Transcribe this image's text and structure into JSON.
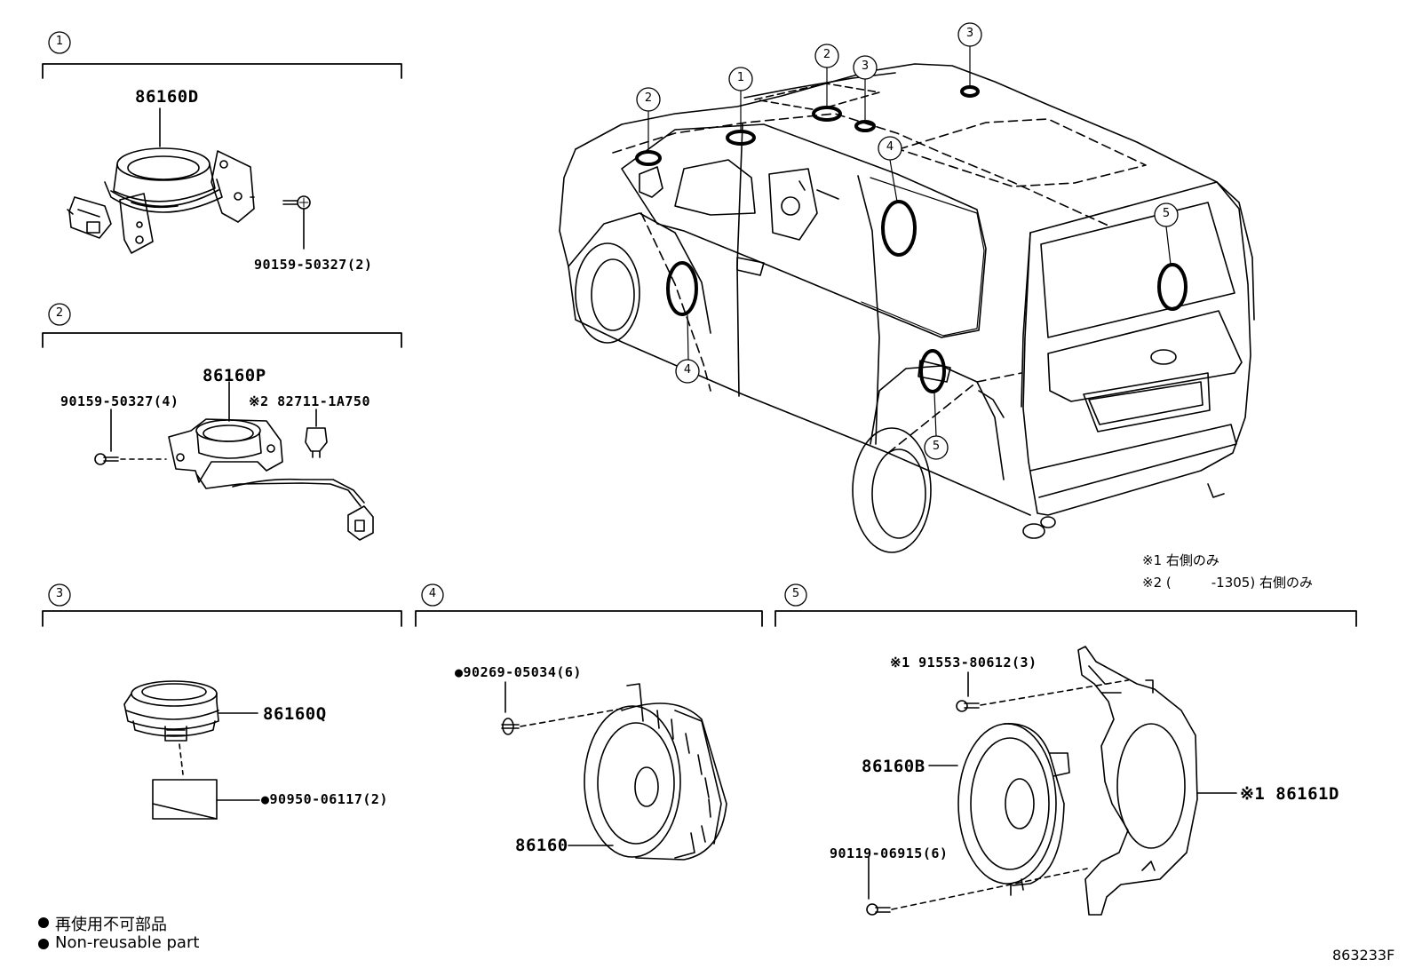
{
  "sections": [
    {
      "marker": "1",
      "parts": [
        {
          "label": "86160D"
        },
        {
          "label": "90159-50327(2)"
        }
      ]
    },
    {
      "marker": "2",
      "parts": [
        {
          "label": "86160P"
        },
        {
          "label": "90159-50327(4)"
        },
        {
          "label": "※2 82711-1A750"
        }
      ]
    },
    {
      "marker": "3",
      "parts": [
        {
          "label": "86160Q"
        },
        {
          "label": "●90950-06117(2)"
        }
      ]
    },
    {
      "marker": "4",
      "parts": [
        {
          "label": "●90269-05034(6)"
        },
        {
          "label": "86160"
        }
      ]
    },
    {
      "marker": "5",
      "parts": [
        {
          "label": "※1 91553-80612(3)"
        },
        {
          "label": "86160B"
        },
        {
          "label": "※1 86161D"
        },
        {
          "label": "90119-06915(6)"
        }
      ]
    }
  ],
  "vehicle_callouts": [
    "2",
    "1",
    "2",
    "3",
    "3",
    "4",
    "5",
    "4",
    "5"
  ],
  "notes": [
    {
      "text": "※1  右側のみ"
    },
    {
      "text": "※2 (　　　-1305) 右側のみ"
    }
  ],
  "legend": [
    {
      "text": "再使用不可部品"
    },
    {
      "text": "Non-reusable part"
    }
  ],
  "diagram_code": "863233F"
}
